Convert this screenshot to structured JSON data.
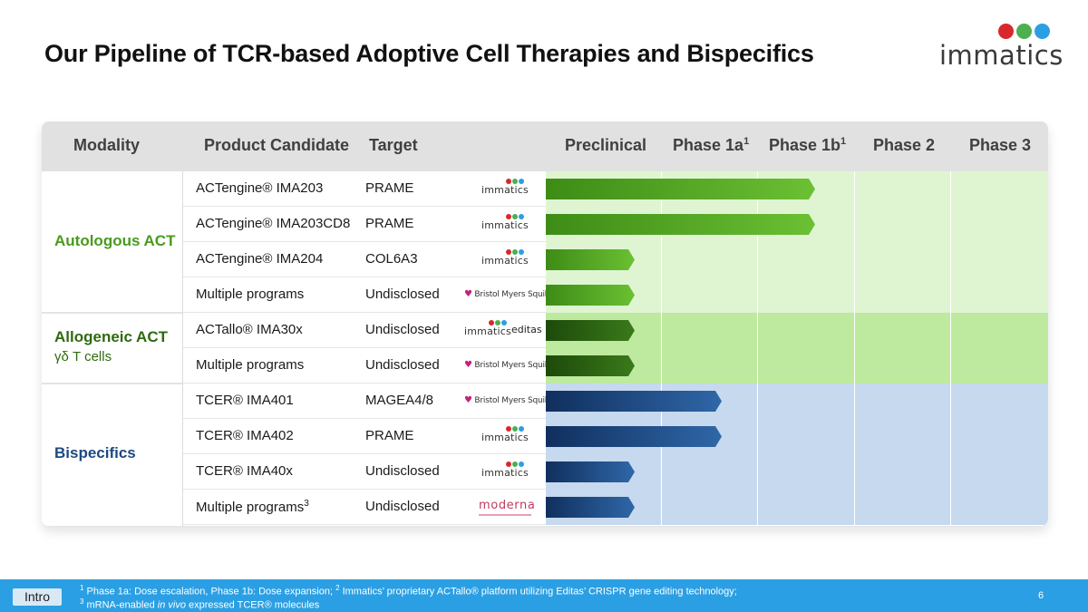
{
  "title": "Our Pipeline of TCR-based Adoptive Cell Therapies and Bispecifics",
  "brand": {
    "wordmark": "immatics",
    "dot_colors": [
      "#d8282b",
      "#4caf50",
      "#2b9fe3"
    ]
  },
  "header": {
    "modality": "Modality",
    "product_candidate": "Product Candidate",
    "target": "Target",
    "phases": [
      {
        "label": "Preclinical",
        "sup": ""
      },
      {
        "label": "Phase 1a",
        "sup": "1"
      },
      {
        "label": "Phase 1b",
        "sup": "1"
      },
      {
        "label": "Phase 2",
        "sup": ""
      },
      {
        "label": "Phase 3",
        "sup": ""
      }
    ]
  },
  "modalities": [
    {
      "label": "Autologous ACT",
      "sub": "",
      "color": "#4a9a1e"
    },
    {
      "label": "Allogeneic ACT",
      "sub": "γδ T cells",
      "color": "#2f6a10"
    },
    {
      "label": "Bispecifics",
      "sub": "",
      "color": "#1e4a80"
    }
  ],
  "partner_labels": {
    "immatics": "immatics",
    "bms": "Bristol Myers Squibb",
    "editas": "editas",
    "moderna": "moderna"
  },
  "rows": [
    {
      "candidate": "ACTengine® IMA203",
      "sup": "",
      "target": "PRAME",
      "partner": "immatics",
      "modality": 0,
      "stage": "Phase 1b"
    },
    {
      "candidate": "ACTengine® IMA203CD8",
      "sup": "",
      "target": "PRAME",
      "partner": "immatics",
      "modality": 0,
      "stage": "Phase 1b"
    },
    {
      "candidate": "ACTengine® IMA204",
      "sup": "",
      "target": "COL6A3",
      "partner": "immatics",
      "modality": 0,
      "stage": "Preclinical"
    },
    {
      "candidate": "Multiple programs",
      "sup": "",
      "target": "Undisclosed",
      "partner": "bms",
      "modality": 0,
      "stage": "Preclinical"
    },
    {
      "candidate": "ACTallo® IMA30x",
      "sup": "",
      "target": "Undisclosed",
      "partner": "immatics+editas",
      "modality": 1,
      "stage": "Preclinical"
    },
    {
      "candidate": "Multiple programs",
      "sup": "",
      "target": "Undisclosed",
      "partner": "bms",
      "modality": 1,
      "stage": "Preclinical"
    },
    {
      "candidate": "TCER® IMA401",
      "sup": "",
      "target": "MAGEA4/8",
      "partner": "bms",
      "modality": 2,
      "stage": "Phase 1a"
    },
    {
      "candidate": "TCER® IMA402",
      "sup": "",
      "target": "PRAME",
      "partner": "immatics",
      "modality": 2,
      "stage": "Phase 1a"
    },
    {
      "candidate": "TCER® IMA40x",
      "sup": "",
      "target": "Undisclosed",
      "partner": "immatics",
      "modality": 2,
      "stage": "Preclinical"
    },
    {
      "candidate": "Multiple programs",
      "sup": "3",
      "target": "Undisclosed",
      "partner": "moderna",
      "modality": 2,
      "stage": "Preclinical"
    }
  ],
  "bar_colors": {
    "autologous": [
      "#3d8c16",
      "#6bc033"
    ],
    "allogeneic": [
      "#1d4a0a",
      "#3a7a1a"
    ],
    "bispecifics": [
      "#102f5e",
      "#2f67a8"
    ]
  },
  "band_colors": {
    "autologous": "#dff5d2",
    "allogeneic": "#bdea9e",
    "bispecifics": "#c6d9ef"
  },
  "footer": {
    "section": "Intro",
    "note1_sup_a": "1",
    "note1_a": " Phase 1a: Dose escalation, Phase 1b: Dose expansion; ",
    "note1_sup_b": "2",
    "note1_b": " Immatics’ proprietary ACTallo® platform utilizing Editas’ CRISPR gene editing technology;",
    "note2_sup": "3",
    "note2_a": " mRNA-enabled ",
    "note2_em": "in vivo",
    "note2_b": " expressed TCER® molecules",
    "page": "6"
  }
}
